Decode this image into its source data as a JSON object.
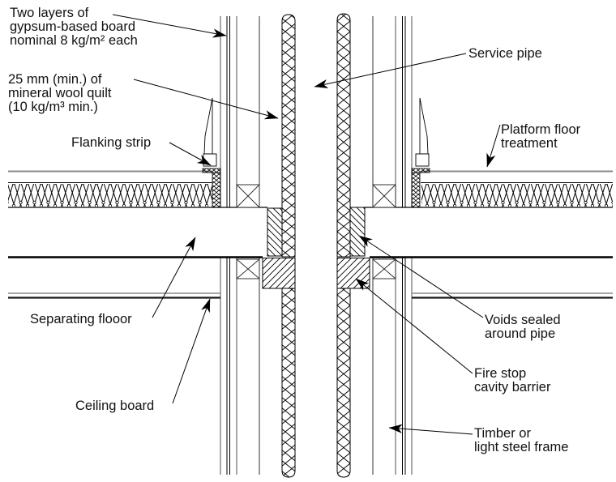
{
  "colors": {
    "background": "#ffffff",
    "line": "#000000",
    "grey_line": "#8a8a8a",
    "text": "#111111"
  },
  "labels": {
    "two_layers": {
      "lines": [
        "Two layers of",
        "gypsum-based board",
        "nominal 8 kg/m² each"
      ]
    },
    "mineral_wool": {
      "lines": [
        "25 mm (min.) of",
        "mineral wool quilt",
        "(10 kg/m³ min.)"
      ]
    },
    "flanking_strip": {
      "lines": [
        "Flanking strip"
      ]
    },
    "service_pipe": {
      "lines": [
        "Service pipe"
      ]
    },
    "platform_floor": {
      "lines": [
        "Platform floor",
        "treatment"
      ]
    },
    "separating_floor": {
      "lines": [
        "Separating flooor"
      ]
    },
    "ceiling_board": {
      "lines": [
        "Ceiling board"
      ]
    },
    "voids_sealed": {
      "lines": [
        "Voids sealed",
        "around pipe"
      ]
    },
    "fire_stop": {
      "lines": [
        "Fire stop",
        "cavity barrier"
      ]
    },
    "timber_frame": {
      "lines": [
        "Timber or",
        "light steel frame"
      ]
    }
  }
}
